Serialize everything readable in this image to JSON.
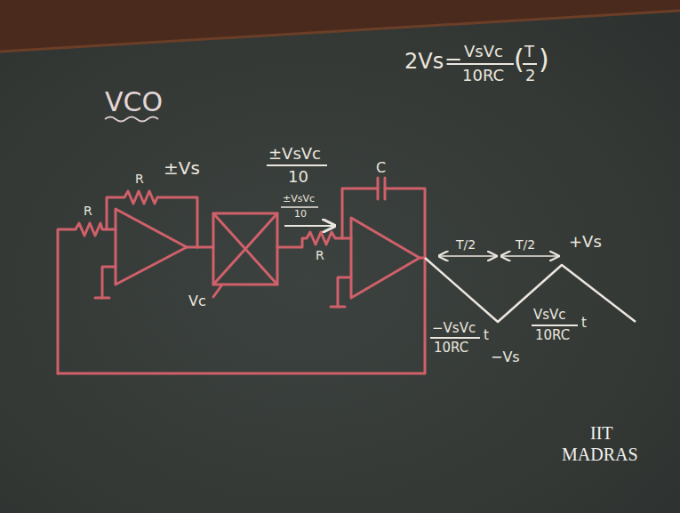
{
  "diagram": {
    "title": "VCO",
    "labels": [
      "2Vs",
      "=",
      "VsVc",
      "10RC",
      "(",
      "T",
      "2",
      ")",
      "±Vs",
      "±VsVc",
      "10",
      "±VsVc",
      "10",
      "Vc",
      "R",
      "R",
      "R",
      "C",
      "T/2",
      "T/2",
      "+Vs",
      "−VsVc",
      "10RC",
      "t",
      "−Vs",
      "VsVc",
      "10RC",
      "t",
      "IIT",
      "MADRAS"
    ]
  }
}
